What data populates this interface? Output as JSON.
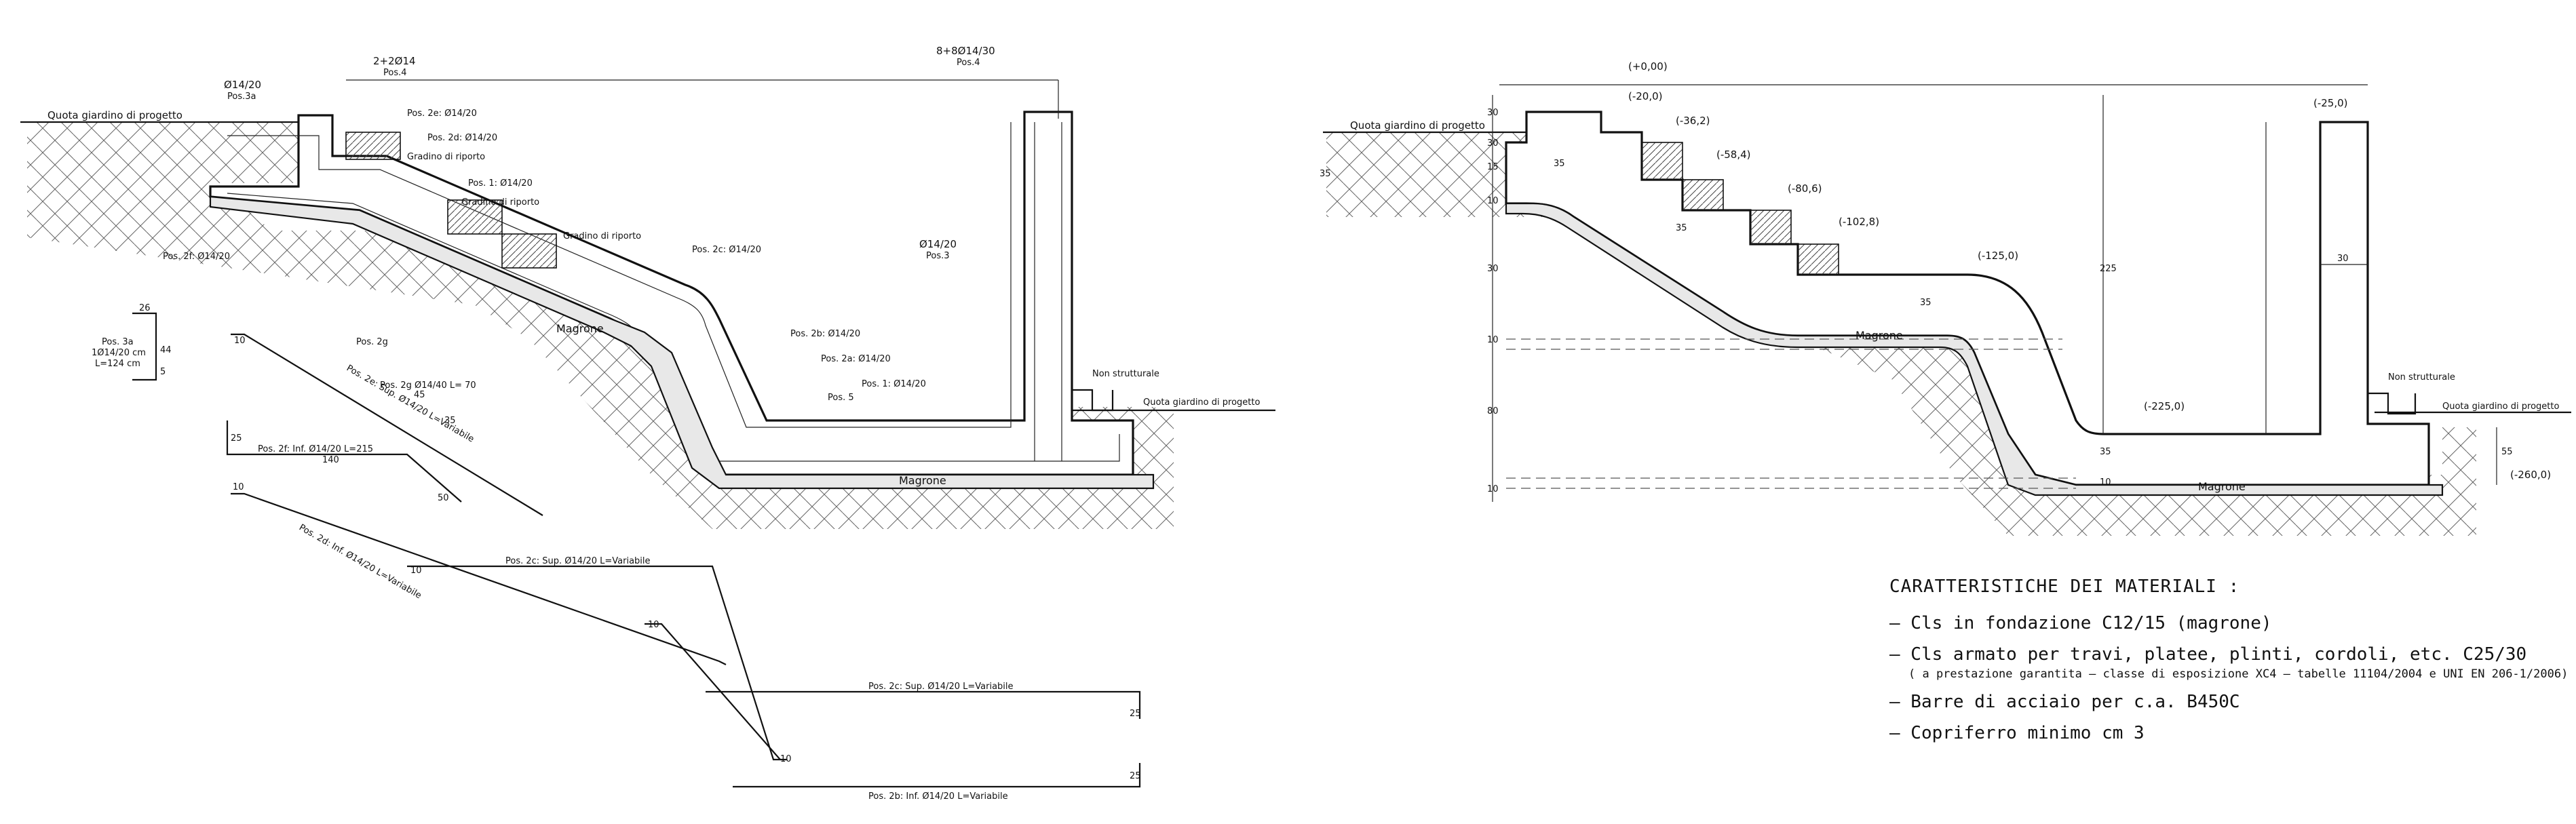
{
  "left_section": {
    "labels": {
      "garden_level_left": "Quota giardino di progetto",
      "garden_level_right": "Quota giardino di progetto",
      "top_bars": "2+2Ø14",
      "top_bars_pos": "Pos.4",
      "bar_3a": "Ø14/20",
      "bar_3a_pos": "Pos.3a",
      "pos_2e": "Pos. 2e: Ø14/20",
      "pos_2d": "Pos. 2d: Ø14/20",
      "gradino_1": "Gradino di riporto",
      "pos_1_upper": "Pos. 1: Ø14/20",
      "gradino_2": "Gradino di riporto",
      "gradino_3": "Gradino di riporto",
      "pos_2c": "Pos. 2c: Ø14/20",
      "pos_2f": "Pos. 2f: Ø14/20",
      "wall_bars": "8+8Ø14/30",
      "wall_bars_pos": "Pos.4",
      "wall_vert": "Ø14/20",
      "wall_vert_pos": "Pos.3",
      "magrone_1": "Magrone",
      "pos_2b": "Pos. 2b: Ø14/20",
      "pos_2a": "Pos. 2a: Ø14/20",
      "pos_1_lower": "Pos. 1: Ø14/20",
      "pos_5": "Pos. 5",
      "non_strutturale": "Non strutturale",
      "magrone_2": "Magrone"
    },
    "bending_schedule": {
      "pos3a_title": "Pos. 3a",
      "pos3a_spec": "1Ø14/20 cm",
      "pos3a_len": "L=124 cm",
      "pos3a_d1": "26",
      "pos3a_d2": "44",
      "pos3a_d3": "5",
      "pos2g_d1": "10",
      "pos2g_label": "Pos. 2g",
      "pos2g_spec": "Pos. 2g Ø14/40 L= 70",
      "pos2g_d2": "45",
      "pos2g_d3": "35",
      "pos2e_spec": "Pos. 2e: Sup. Ø14/20 L=Variabile",
      "pos2f_d1": "25",
      "pos2f_spec": "Pos. 2f: Inf. Ø14/20 L=215",
      "pos2f_d2": "140",
      "pos2f_d3": "50",
      "pos2d_d1": "10",
      "pos2d_spec": "Pos. 2d: Inf. Ø14/20 L=Variabile",
      "pos2c_d1": "10",
      "pos2c_spec": "Pos. 2c: Sup. Ø14/20 L=Variabile",
      "pos2c_d2": "10",
      "pos2c_d3": "10",
      "pos2c2_spec": "Pos. 2c: Sup. Ø14/20 L=Variabile",
      "pos2c2_d": "25",
      "pos2b_spec": "Pos. 2b: Inf. Ø14/20 L=Variabile",
      "pos2b_d": "25"
    }
  },
  "right_section": {
    "labels": {
      "garden_level_left": "Quota giardino di progetto",
      "garden_level_right": "Quota giardino di progetto",
      "non_strutturale": "Non strutturale",
      "magrone_1": "Magrone",
      "magrone_2": "Magrone"
    },
    "elevations": [
      "(+0,00)",
      "(-20,0)",
      "(-36,2)",
      "(-58,4)",
      "(-80,6)",
      "(-102,8)",
      "(-125,0)",
      "(-225,0)",
      "(-25,0)",
      "(-260,0)"
    ],
    "dimensions": {
      "d30a": "30",
      "d30b": "30",
      "d30c": "30",
      "d35a": "35",
      "d35b": "35",
      "d35c": "35",
      "d15": "15",
      "d10a": "10",
      "d10b": "10",
      "d10c": "10",
      "d10d": "10",
      "d80": "80",
      "d225": "225",
      "d30wall": "30",
      "d55": "55",
      "d35diag": "35",
      "d35top": "35"
    }
  },
  "materials": {
    "title": "CARATTERISTICHE DEI MATERIALI :",
    "items": [
      "– Cls in fondazione C12/15 (magrone)",
      "– Cls armato per travi, platee, plinti, cordoli, etc. C25/30",
      "– Barre di acciaio per c.a. B450C",
      "– Copriferro minimo cm 3"
    ],
    "note": "( a prestazione garantita – classe di esposizione XC4 – tabelle 11104/2004 e UNI EN 206-1/2006)"
  }
}
